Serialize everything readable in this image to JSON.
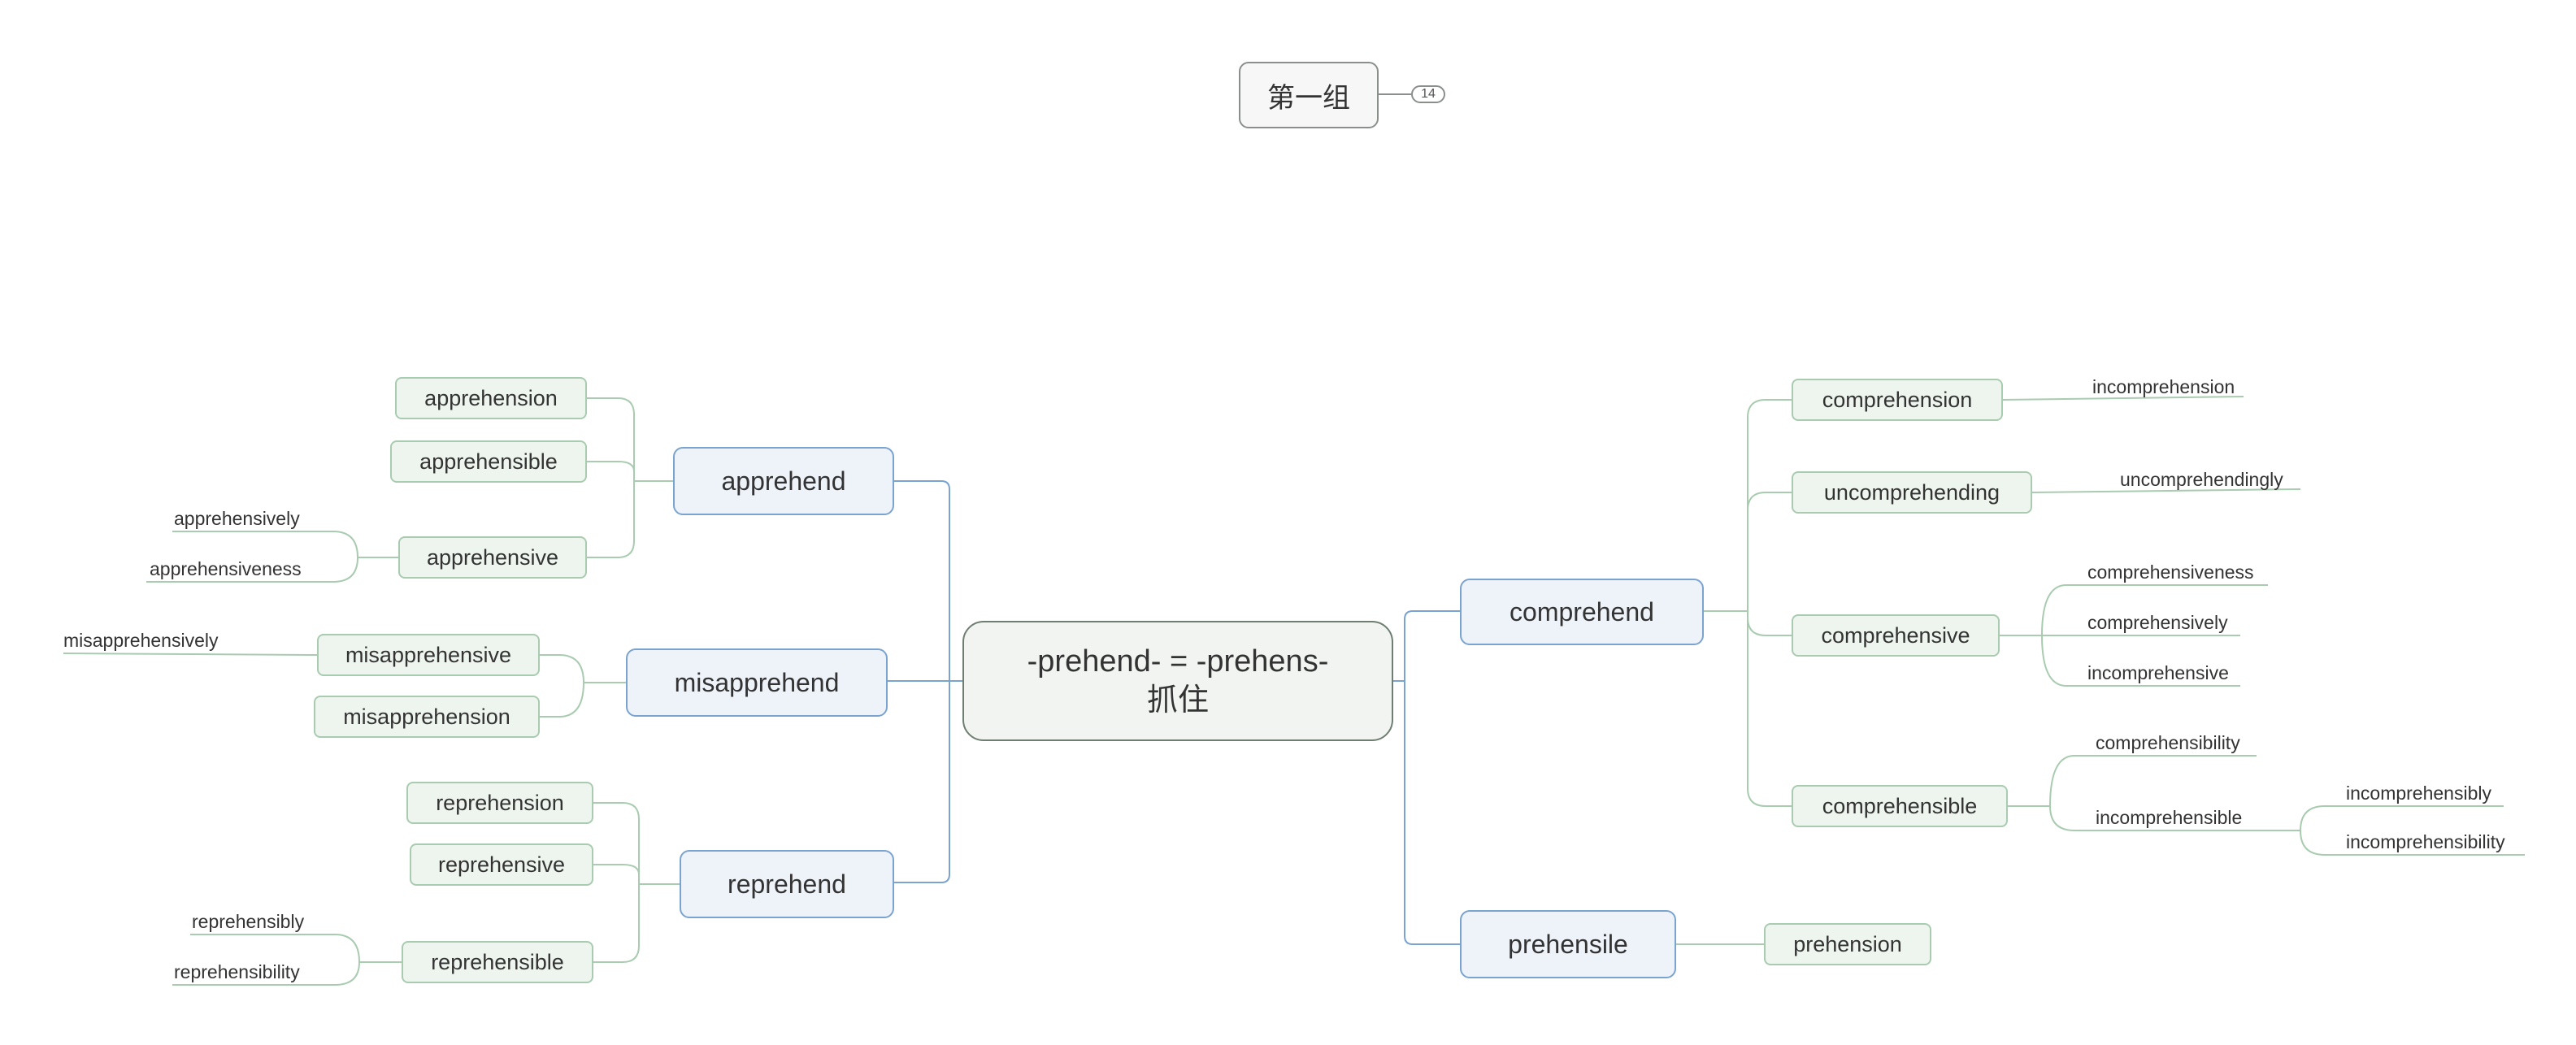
{
  "group": {
    "label": "第一组",
    "count": "14"
  },
  "central": {
    "line1": "-prehend- = -prehens-",
    "line2": "抓住"
  },
  "branches": {
    "apprehend": {
      "label": "apprehend",
      "children": [
        "apprehension",
        "apprehensible",
        "apprehensive"
      ],
      "apprehensive_children": [
        "apprehensively",
        "apprehensiveness"
      ]
    },
    "misapprehend": {
      "label": "misapprehend",
      "children": [
        "misapprehensive",
        "misapprehension"
      ],
      "misapprehensive_children": [
        "misapprehensively"
      ]
    },
    "reprehend": {
      "label": "reprehend",
      "children": [
        "reprehension",
        "reprehensive",
        "reprehensible"
      ],
      "reprehensible_children": [
        "reprehensibly",
        "reprehensibility"
      ]
    },
    "comprehend": {
      "label": "comprehend",
      "children": [
        "comprehension",
        "uncomprehending",
        "comprehensive",
        "comprehensible"
      ],
      "comprehension_children": [
        "incomprehension"
      ],
      "uncomprehending_children": [
        "uncomprehendingly"
      ],
      "comprehensive_children": [
        "comprehensiveness",
        "comprehensively",
        "incomprehensive"
      ],
      "comprehensible_children": [
        "comprehensibility",
        "incomprehensible"
      ],
      "incomprehensible_children": [
        "incomprehensibly",
        "incomprehensibility"
      ]
    },
    "prehensile": {
      "label": "prehensile",
      "children": [
        "prehension"
      ]
    }
  },
  "colors": {
    "main_line": "#7aa3cf",
    "sub_line": "#a9cbb0",
    "group_line": "#8a8f8b"
  }
}
